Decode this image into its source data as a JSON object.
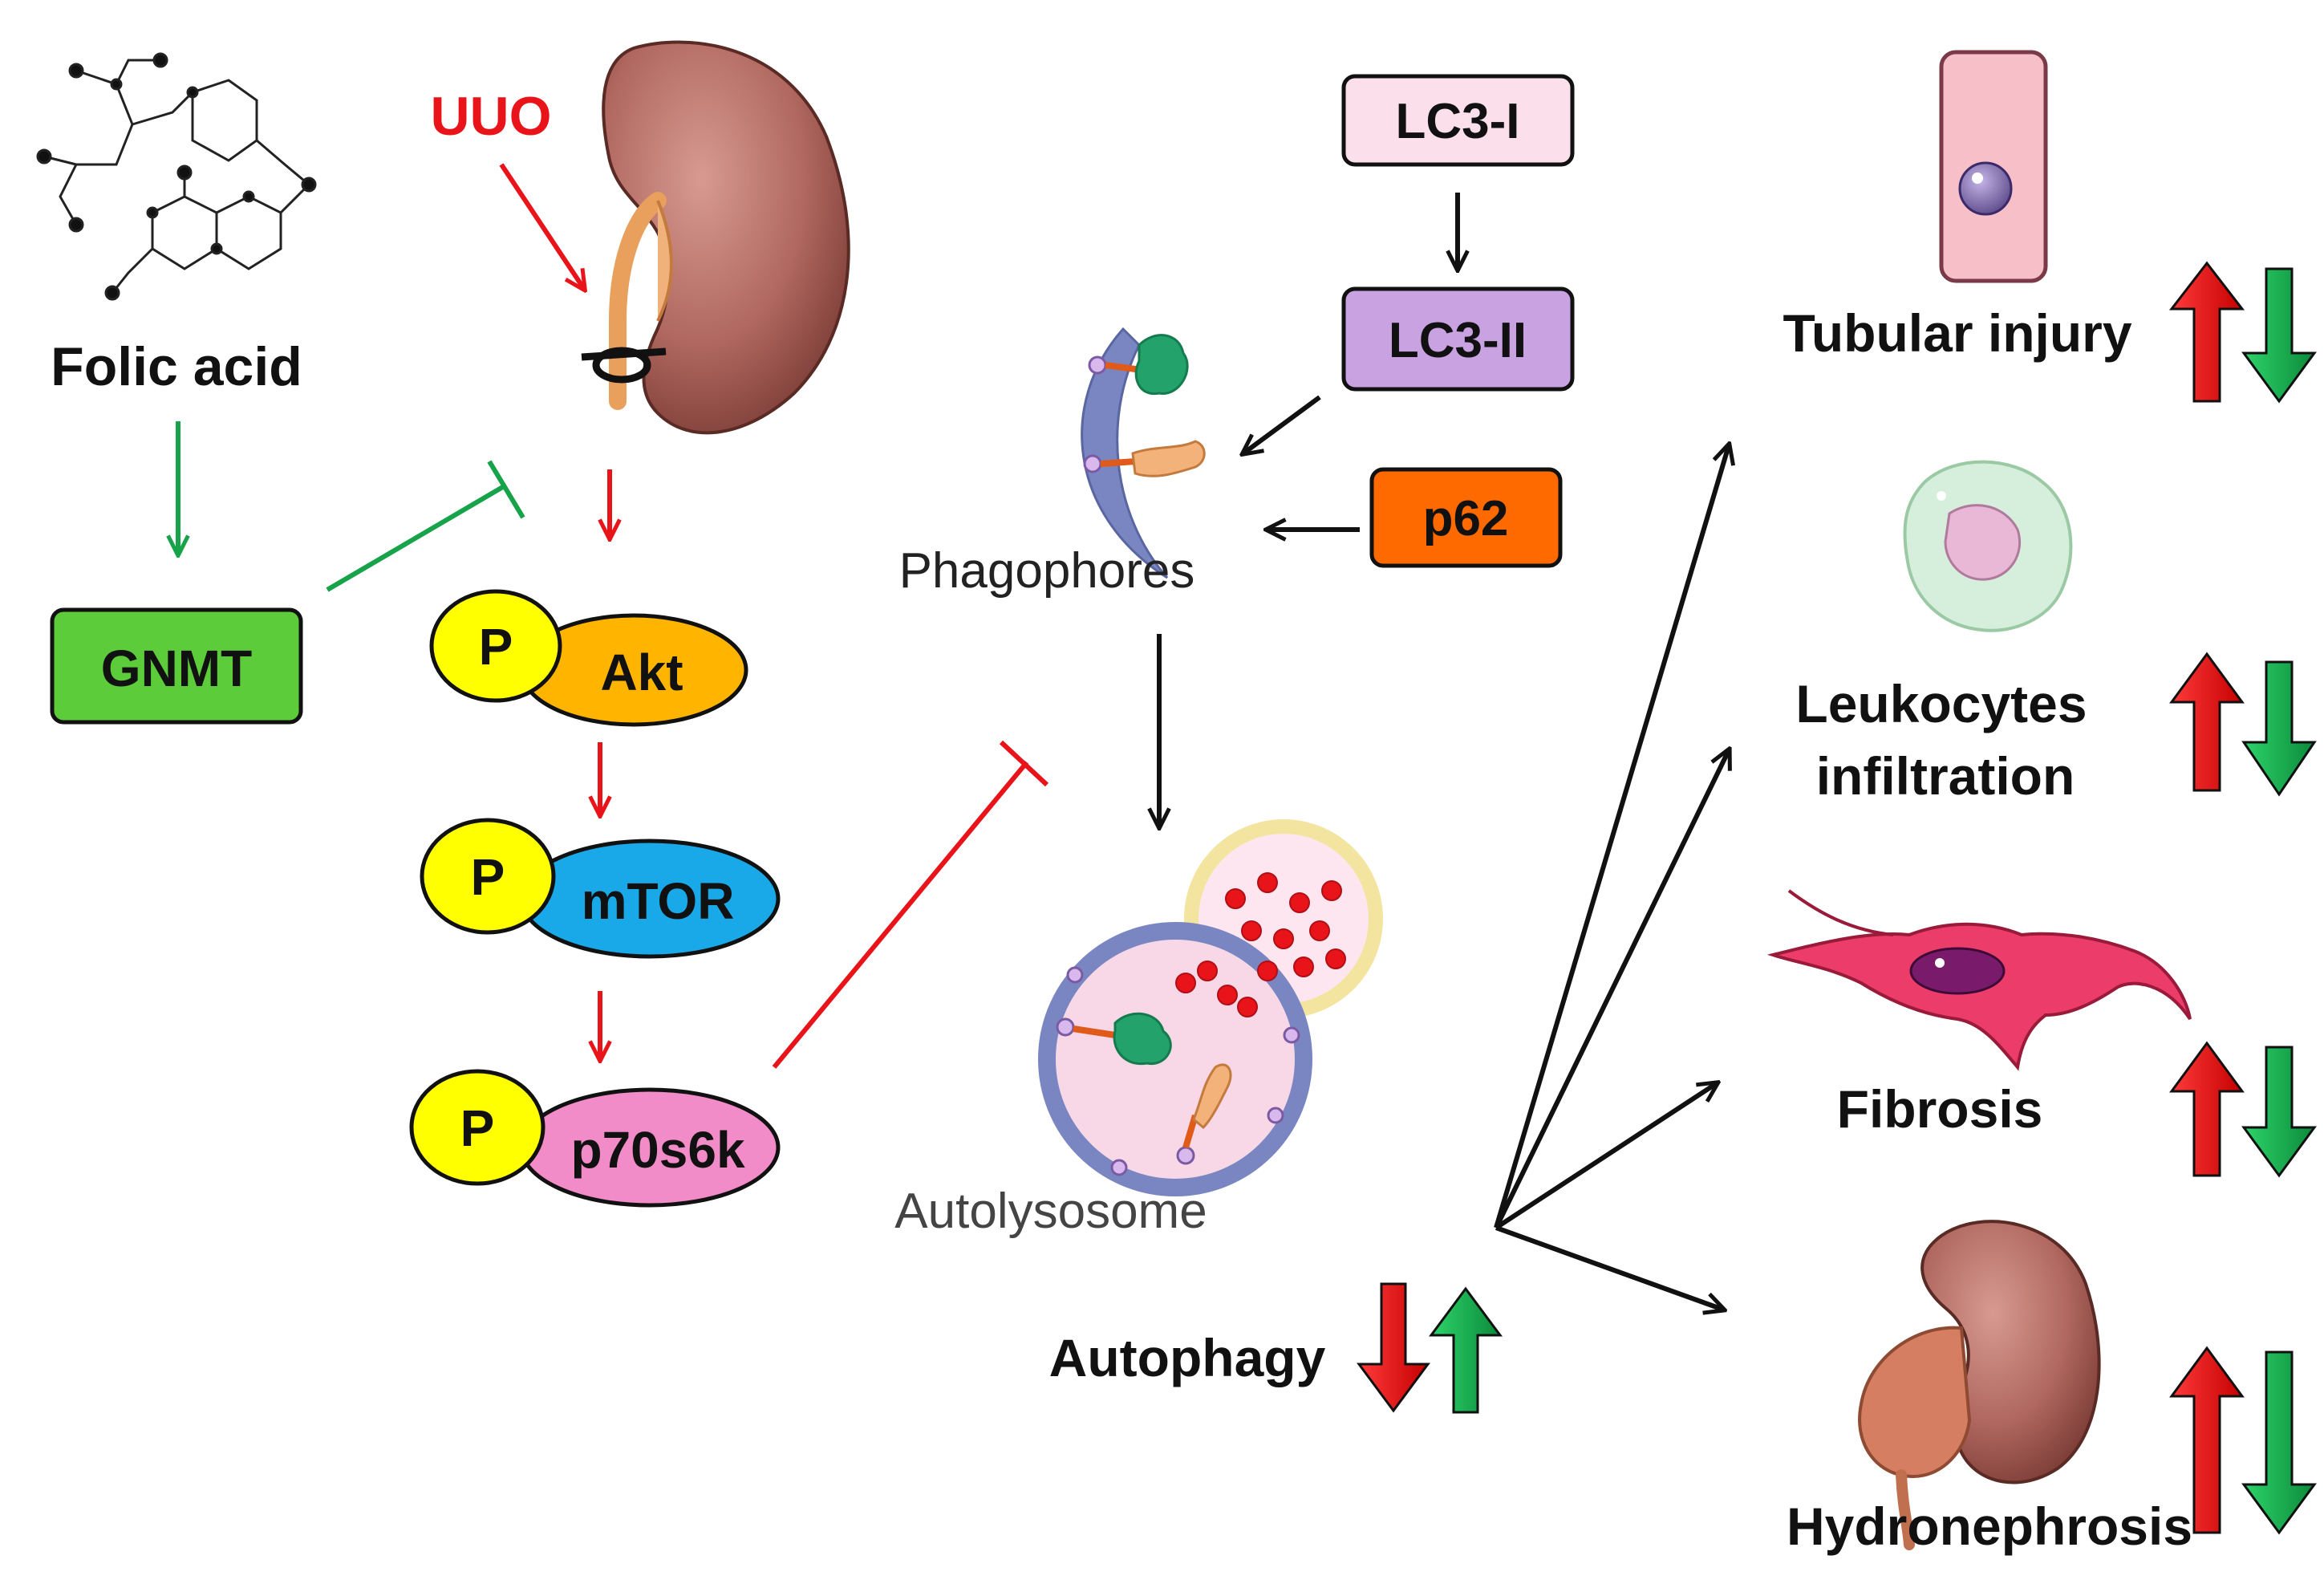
{
  "labels": {
    "folic_acid": "Folic acid",
    "uuo": "UUO",
    "gnmt": "GNMT",
    "p": "P",
    "akt": "Akt",
    "mtor": "mTOR",
    "p70s6k": "p70s6k",
    "lc3_i": "LC3-I",
    "lc3_ii": "LC3-II",
    "p62": "p62",
    "phagophores": "Phagophores",
    "autolysosome": "Autolysosome",
    "autophagy": "Autophagy",
    "tubular_injury": "Tubular injury",
    "leukocytes_line1": "Leukocytes",
    "leukocytes_line2": "infiltration",
    "fibrosis": "Fibrosis",
    "hydronephrosis": "Hydronephrosis"
  },
  "colors": {
    "gnmt_fill": "#5ccc3a",
    "phospho_fill": "#ffff00",
    "akt_fill": "#ffb400",
    "mtor_fill": "#1aa9e8",
    "p70s6k_fill": "#f28cc8",
    "lc3_i_fill": "#fbe0ec",
    "lc3_ii_fill": "#c9a2e2",
    "p62_fill": "#ff6a00",
    "activation_red": "#e8141a",
    "inhibition_green": "#16a34a",
    "up_arrow": "#e8141a",
    "down_arrow": "#16a34a",
    "kidney": "#b06860",
    "text": "#111111",
    "uuo_text": "#e8141a"
  },
  "icons": [
    "folic-acid-structure-icon",
    "kidney-icon",
    "phagophore-icon",
    "autolysosome-icon",
    "tubular-cell-icon",
    "leukocyte-icon",
    "fibroblast-icon",
    "hydronephrotic-kidney-icon"
  ]
}
